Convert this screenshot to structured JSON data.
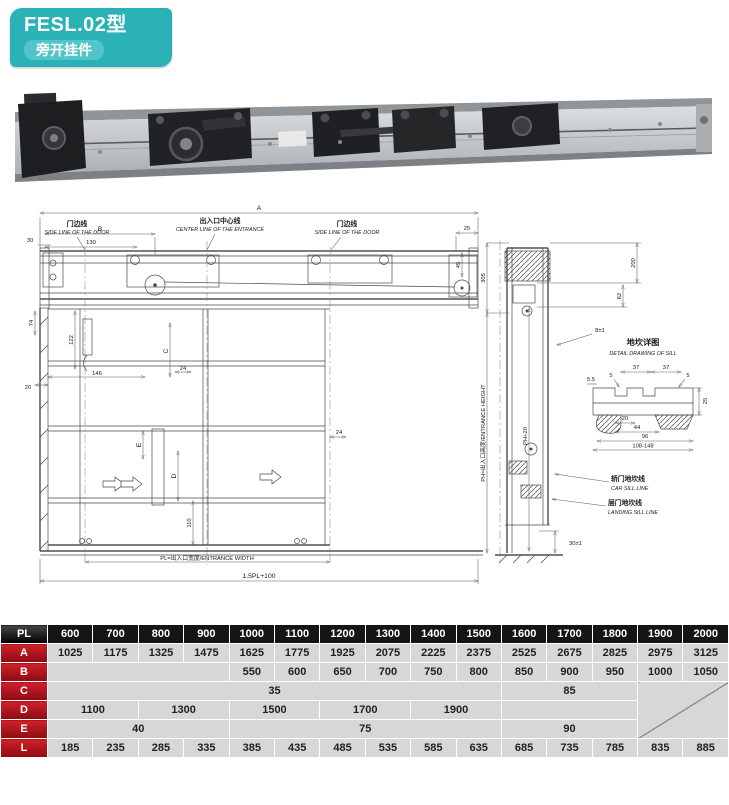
{
  "badge": {
    "model": "FESL.02型",
    "type": "旁开挂件"
  },
  "colors": {
    "accent": "#2bb2b7",
    "accent_light": "#52c5c9",
    "label_red": "#b01118",
    "header_black": "#151515",
    "cell_gray": "#d7d7d7"
  },
  "drawing": {
    "labels": {
      "dim_a": "A",
      "dim_b": "B",
      "dim_30": "30",
      "dim_130": "130",
      "dim_25": "25",
      "dim_45": "45",
      "side_line_left_cn": "门边线",
      "side_line_left_en": "SIDE LINE OF THE DOOR",
      "center_line_cn": "出入口中心线",
      "center_line_en": "CENTER LINE OF THE ENTRANCE",
      "side_line_right_cn": "门边线",
      "side_line_right_en": "SIDE LINE OF THE DOOR",
      "dim_74": "74",
      "dim_122": "122",
      "dim_146": "146",
      "dim_20": "20",
      "dim_c": "C",
      "dim_24_left": "24",
      "dim_24_right": "24",
      "dim_e": "E",
      "dim_d": "D",
      "dim_110": "110",
      "entrance_width": "PL=出入口宽度/ENTRANCE WIDTH",
      "overall_width": "1.5PL+100",
      "dim_305": "305",
      "dim_200": "200",
      "dim_62": "62",
      "dim_8": "8±1",
      "entrance_height": "PH=出入口高度/ENTRANCE HEIGHT",
      "ph_plus_20": "PH+20",
      "sill_detail_cn": "地坎详图",
      "sill_detail_en": "DETAIL DRAWING  OF SILL",
      "sill_5_5": "5.5",
      "sill_5_left": "5",
      "sill_37_left": "37",
      "sill_37_right": "37",
      "sill_5_right": "5",
      "sill_25": "25",
      "sill_20": "20",
      "sill_44": "44",
      "sill_96": "96",
      "sill_range": "108-148",
      "car_sill_cn": "轿门地坎线",
      "car_sill_en": "CAR SILL LINE",
      "landing_sill_cn": "层门地坎线",
      "landing_sill_en": "LANDING SILL LINE",
      "dim_30_1": "30±1"
    }
  },
  "table": {
    "header": {
      "label": "PL",
      "columns": [
        "600",
        "700",
        "800",
        "900",
        "1000",
        "1100",
        "1200",
        "1300",
        "1400",
        "1500",
        "1600",
        "1700",
        "1800",
        "1900",
        "2000"
      ]
    },
    "rows": [
      {
        "label": "A",
        "cells": [
          {
            "text": "1025"
          },
          {
            "text": "1175"
          },
          {
            "text": "1325"
          },
          {
            "text": "1475"
          },
          {
            "text": "1625"
          },
          {
            "text": "1775"
          },
          {
            "text": "1925"
          },
          {
            "text": "2075"
          },
          {
            "text": "2225"
          },
          {
            "text": "2375"
          },
          {
            "text": "2525"
          },
          {
            "text": "2675"
          },
          {
            "text": "2825"
          },
          {
            "text": "2975"
          },
          {
            "text": "3125"
          }
        ]
      },
      {
        "label": "B",
        "cells": [
          {
            "text": "",
            "span": 4
          },
          {
            "text": "550"
          },
          {
            "text": "600"
          },
          {
            "text": "650"
          },
          {
            "text": "700"
          },
          {
            "text": "750"
          },
          {
            "text": "800"
          },
          {
            "text": "850"
          },
          {
            "text": "900"
          },
          {
            "text": "950"
          },
          {
            "text": "1000"
          },
          {
            "text": "1050"
          }
        ]
      },
      {
        "label": "C",
        "cells": [
          {
            "text": "35",
            "span": 10
          },
          {
            "text": "85",
            "span": 3
          },
          {
            "text": "",
            "span": 2,
            "rowspan": 3,
            "diag": true
          }
        ]
      },
      {
        "label": "D",
        "cells": [
          {
            "text": "1100",
            "span": 2
          },
          {
            "text": "1300",
            "span": 2
          },
          {
            "text": "1500",
            "span": 2
          },
          {
            "text": "1700",
            "span": 2
          },
          {
            "text": "1900",
            "span": 2
          },
          {
            "text": "",
            "span": 3
          }
        ]
      },
      {
        "label": "E",
        "cells": [
          {
            "text": "40",
            "span": 4
          },
          {
            "text": "75",
            "span": 6
          },
          {
            "text": "90",
            "span": 3
          }
        ]
      },
      {
        "label": "L",
        "cells": [
          {
            "text": "185"
          },
          {
            "text": "235"
          },
          {
            "text": "285"
          },
          {
            "text": "335"
          },
          {
            "text": "385"
          },
          {
            "text": "435"
          },
          {
            "text": "485"
          },
          {
            "text": "535"
          },
          {
            "text": "585"
          },
          {
            "text": "635"
          },
          {
            "text": "685"
          },
          {
            "text": "735"
          },
          {
            "text": "785"
          },
          {
            "text": "835"
          },
          {
            "text": "885"
          }
        ]
      }
    ]
  }
}
